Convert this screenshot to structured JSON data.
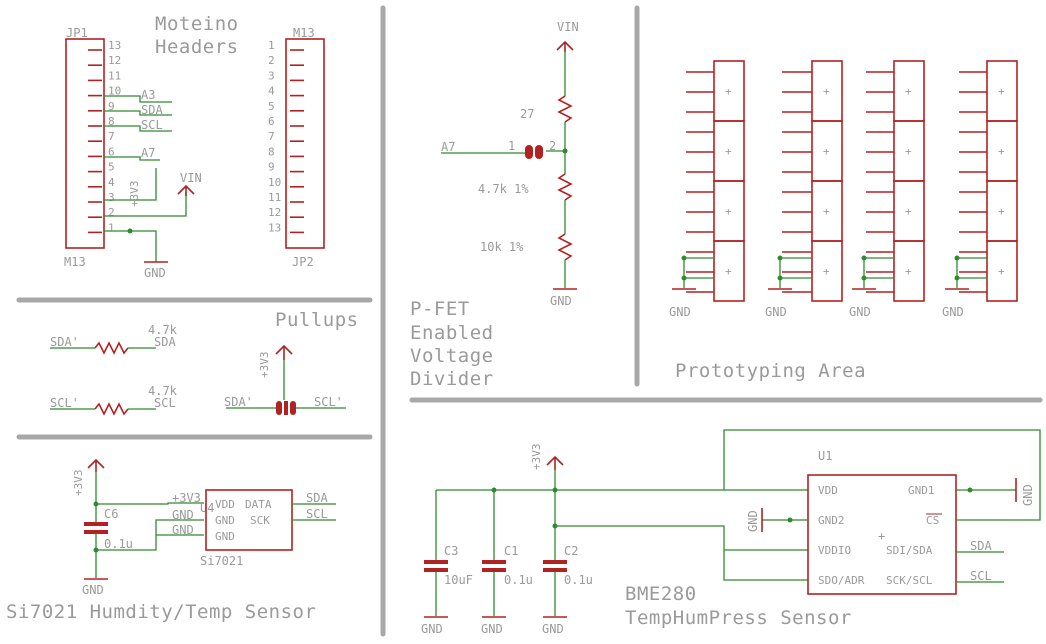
{
  "sections": {
    "moteino_title_1": "Moteino",
    "moteino_title_2": "Headers",
    "pullups_title": "Pullups",
    "pfet_title_1": "P-FET",
    "pfet_title_2": "Enabled",
    "pfet_title_3": "Voltage",
    "pfet_title_4": "Divider",
    "proto_title": "Prototyping Area",
    "si_title": "Si7021 Humdity/Temp Sensor",
    "bme_title_1": "BME280",
    "bme_title_2": "TempHumPress Sensor"
  },
  "headers": {
    "jp1_name": "JP1",
    "jp1_value": "M13",
    "jp2_name": "JP2",
    "jp2_value": "M13",
    "jp1_pins": [
      "13",
      "12",
      "11",
      "10",
      "9",
      "8",
      "7",
      "6",
      "5",
      "4",
      "3",
      "2",
      "1"
    ],
    "jp2_pins": [
      "1",
      "2",
      "3",
      "4",
      "5",
      "6",
      "7",
      "8",
      "9",
      "10",
      "11",
      "12",
      "13"
    ],
    "net_a3": "A3",
    "net_sda": "SDA",
    "net_scl": "SCL",
    "net_a7": "A7",
    "net_3v3": "+3V3",
    "net_vin": "VIN",
    "net_gnd": "GND"
  },
  "pullups": {
    "sda_in": "SDA'",
    "sda_out": "SDA",
    "scl_in": "SCL'",
    "scl_out": "SCL",
    "r1_value": "4.7k",
    "r2_value": "4.7k",
    "rail": "+3V3",
    "jumper_left": "SDA'",
    "jumper_right": "SCL'"
  },
  "divider": {
    "vin": "VIN",
    "r_top": "27",
    "a7": "A7",
    "pin1": "1",
    "pin2": "2",
    "r_mid": "4.7k 1%",
    "r_bot": "10k 1%",
    "gnd": "GND"
  },
  "proto": {
    "gnd_labels": [
      "GND",
      "GND",
      "GND",
      "GND"
    ],
    "plus_mark": "+"
  },
  "si7021": {
    "rail": "+3V3",
    "c6_name": "C6",
    "c6_value": "0.1u",
    "gnd": "GND",
    "u4_name": "U4",
    "u4_value": "Si7021",
    "net_3v3": "+3V3",
    "net_gnd1": "GND",
    "net_gnd2": "GND",
    "pin_vdd": "VDD",
    "pin_gnd1": "GND",
    "pin_gnd2": "GND",
    "pin_data": "DATA",
    "pin_sck": "SCK",
    "out_sda": "SDA",
    "out_scl": "SCL"
  },
  "bme280": {
    "rail": "+3V3",
    "c3_name": "C3",
    "c3_value": "10uF",
    "c1_name": "C1",
    "c1_value": "0.1u",
    "c2_name": "C2",
    "c2_value": "0.1u",
    "gnd_labels": [
      "GND",
      "GND",
      "GND"
    ],
    "u1_name": "U1",
    "pin_vdd": "VDD",
    "pin_gnd2": "GND2",
    "pin_vddio": "VDDIO",
    "pin_sdo": "SDO/ADR",
    "pin_gnd1": "GND1",
    "pin_cs": "CS",
    "pin_sda": "SDI/SDA",
    "pin_sck": "SCK/SCL",
    "left_gnd": "GND",
    "right_gnd": "GND",
    "out_sda": "SDA",
    "out_scl": "SCL"
  }
}
